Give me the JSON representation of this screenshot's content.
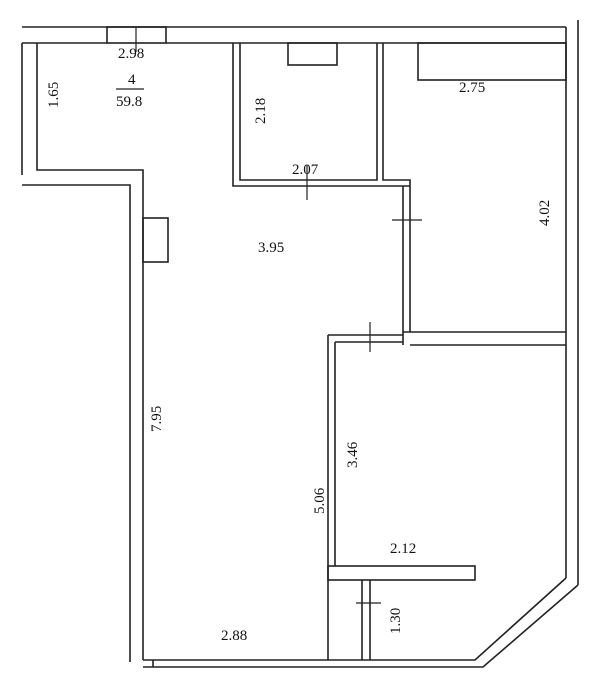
{
  "plan": {
    "room_number": "4",
    "room_area": "59.8",
    "dimensions": {
      "top_window_width": "2.98",
      "entry_depth": "1.65",
      "bath_height": "2.18",
      "bath_width": "2.07",
      "bedroom_width": "2.75",
      "bedroom_height": "4.02",
      "hall_width": "3.95",
      "living_height": "7.95",
      "partition_length": "5.06",
      "kitchen_height": "3.46",
      "shelf_width": "2.12",
      "closet_depth": "1.30",
      "bottom_width": "2.88"
    }
  }
}
